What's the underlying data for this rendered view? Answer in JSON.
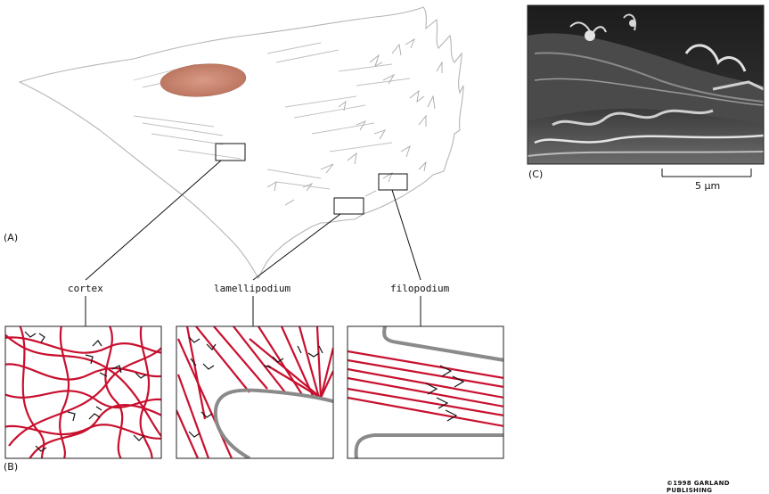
{
  "panels": {
    "a_tag": "(A)",
    "b_tag": "(B)",
    "c_tag": "(C)"
  },
  "regions": {
    "cortex": "cortex",
    "lamellipodium": "lamellipodium",
    "filopodium": "filopodium"
  },
  "scale_bar": "5 µm",
  "copyright": "©1998 GARLAND PUBLISHING",
  "colors": {
    "actin_filament": "#c8102e",
    "membrane": "#8a8a8a",
    "nucleus": "#c98470",
    "cell_outline": "#b5b5b5"
  },
  "icons": {
    "myosin_marker": "chevron-icon"
  }
}
